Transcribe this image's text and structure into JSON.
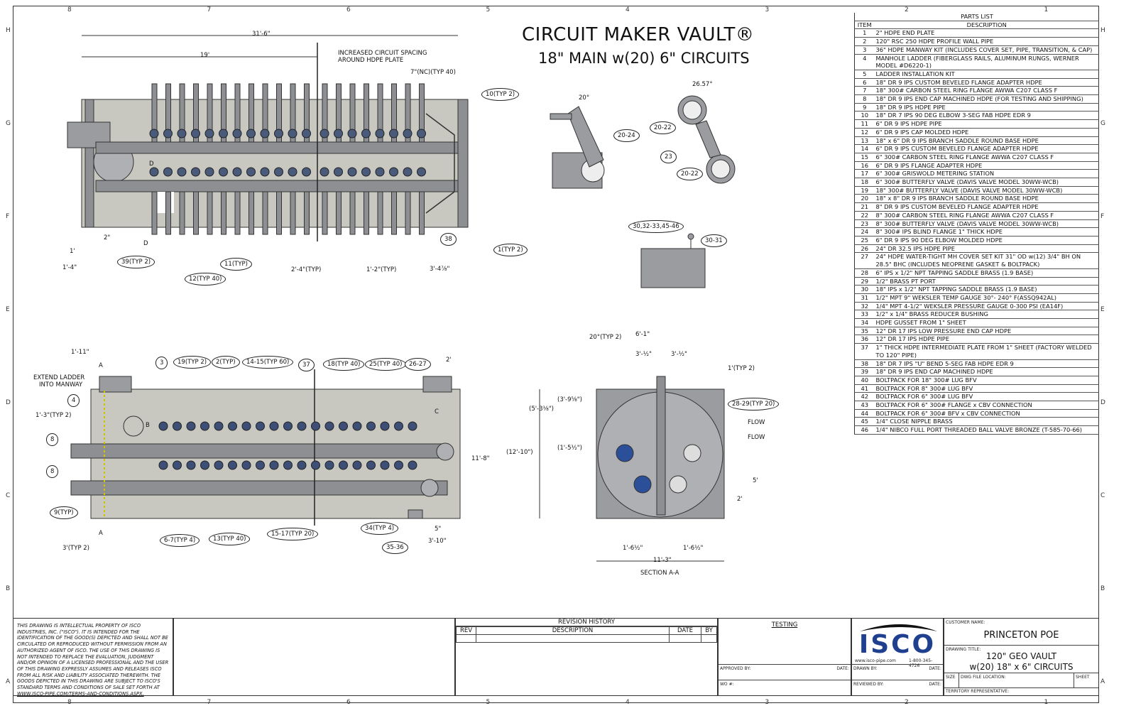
{
  "zones": {
    "columns": [
      "8",
      "7",
      "6",
      "5",
      "4",
      "3",
      "2",
      "1"
    ],
    "rows": [
      "H",
      "G",
      "F",
      "E",
      "D",
      "C",
      "B",
      "A"
    ]
  },
  "title": {
    "line1": "CIRCUIT MAKER VAULT®",
    "line2": "18\" MAIN w(20) 6\" CIRCUITS"
  },
  "top_view": {
    "labels": [
      "31'-6\"",
      "19'",
      "INCREASED CIRCUIT SPACING",
      "AROUND HDPE PLATE",
      "7\"(NC)(TYP 40)",
      "10(TYP 2)",
      "1(TYP 2)",
      "38",
      "11(TYP)",
      "12(TYP 40)",
      "39(TYP 2)",
      "2'-4\"(TYP)",
      "1'-2\"(TYP)",
      "3'-4⅞\"",
      "1'",
      "1'-4\"",
      "2\"",
      "D",
      "D"
    ]
  },
  "front_view": {
    "labels": [
      "1'-11\"",
      "EXTEND LADDER",
      "INTO MANWAY",
      "A",
      "A",
      "3",
      "19(TYP 2)",
      "2(TYP)",
      "14-15(TYP 60)",
      "37",
      "18(TYP 40)",
      "25(TYP 40)",
      "26-27",
      "2'",
      "4",
      "1'-3\"(TYP 2)",
      "8",
      "8",
      "9(TYP)",
      "B",
      "C",
      "11'-8\"",
      "6-7(TYP 4)",
      "13(TYP 40)",
      "15-17(TYP 20)",
      "34(TYP 4)",
      "35-36",
      "5\"",
      "3'-10\"",
      "3'(TYP 2)"
    ]
  },
  "details": {
    "labels": [
      "20°",
      "20-24",
      "26.57°",
      "20-22",
      "23",
      "20-22",
      "30,32-33,45-46",
      "30-31"
    ]
  },
  "section": {
    "title": "SECTION A-A",
    "labels": [
      "20°(TYP 2)",
      "6'-1\"",
      "3'-½\"",
      "3'-½\"",
      "1'(TYP 2)",
      "28-29(TYP 20)",
      "FLOW",
      "FLOW",
      "(3'-9⅝\")",
      "(5'-3⅛\")",
      "(1'-5½\")",
      "(12'-10\")",
      "5'",
      "2'",
      "1'-6½\"",
      "1'-6½\"",
      "11'-3\""
    ]
  },
  "parts_list": {
    "title": "PARTS LIST",
    "headers": [
      "ITEM",
      "DESCRIPTION"
    ],
    "items": [
      [
        "1",
        "2\" HDPE END PLATE"
      ],
      [
        "2",
        "120\" RSC 250 HDPE PROFILE WALL PIPE"
      ],
      [
        "3",
        "36\" HDPE MANWAY KIT (INCLUDES COVER SET, PIPE, TRANSITION, & CAP)"
      ],
      [
        "4",
        "MANHOLE LADDER (FIBERGLASS RAILS, ALUMINUM RUNGS, WERNER MODEL #D6220-1)"
      ],
      [
        "5",
        "LADDER INSTALLATION KIT"
      ],
      [
        "6",
        "18\" DR 9 IPS CUSTOM BEVELED FLANGE ADAPTER HDPE"
      ],
      [
        "7",
        "18\" 300# CARBON STEEL RING FLANGE AWWA C207 CLASS F"
      ],
      [
        "8",
        "18\" DR 9 IPS END CAP MACHINED HDPE (FOR TESTING AND SHIPPING)"
      ],
      [
        "9",
        "18\" DR 9 IPS HDPE PIPE"
      ],
      [
        "10",
        "18\" DR 7 IPS 90 DEG ELBOW 3-SEG FAB HDPE EDR 9"
      ],
      [
        "11",
        "6\" DR 9 IPS HDPE PIPE"
      ],
      [
        "12",
        "6\" DR 9 IPS CAP MOLDED HDPE"
      ],
      [
        "13",
        "18\" x 6\" DR 9 IPS BRANCH SADDLE ROUND BASE HDPE"
      ],
      [
        "14",
        "6\" DR 9 IPS CUSTOM BEVELED FLANGE ADAPTER HDPE"
      ],
      [
        "15",
        "6\" 300# CARBON STEEL RING FLANGE AWWA C207 CLASS F"
      ],
      [
        "16",
        "6\" DR 9 IPS FLANGE ADAPTER HDPE"
      ],
      [
        "17",
        "6\" 300# GRISWOLD METERING STATION"
      ],
      [
        "18",
        "6\" 300# BUTTERFLY VALVE (DAVIS VALVE MODEL 30WW-WCB)"
      ],
      [
        "19",
        "18\" 300# BUTTERFLY VALVE (DAVIS VALVE MODEL 30WW-WCB)"
      ],
      [
        "20",
        "18\" x 8\" DR 9 IPS BRANCH SADDLE ROUND BASE HDPE"
      ],
      [
        "21",
        "8\" DR 9 IPS CUSTOM BEVELED FLANGE ADAPTER HDPE"
      ],
      [
        "22",
        "8\" 300# CARBON STEEL RING FLANGE AWWA C207 CLASS F"
      ],
      [
        "23",
        "8\" 300# BUTTERFLY VALVE (DAVIS VALVE MODEL 30WW-WCB)"
      ],
      [
        "24",
        "8\" 300# IPS BLIND FLANGE 1\" THICK HDPE"
      ],
      [
        "25",
        "6\" DR 9 IPS 90 DEG ELBOW MOLDED HDPE"
      ],
      [
        "26",
        "24\" DR 32.5 IPS HDPE PIPE"
      ],
      [
        "27",
        "24\" HDPE WATER-TIGHT MH COVER SET KIT 31\" OD w(12) 3/4\" BH ON 28.5\" BHC (INCLUDES NEOPRENE GASKET & BOLTPACK)"
      ],
      [
        "28",
        "6\" IPS x 1/2\" NPT TAPPING SADDLE BRASS (1.9 BASE)"
      ],
      [
        "29",
        "1/2\" BRASS PT PORT"
      ],
      [
        "30",
        "18\" IPS x 1/2\" NPT TAPPING SADDLE BRASS (1.9 BASE)"
      ],
      [
        "31",
        "1/2\" MPT 9\" WEKSLER TEMP GAUGE 30°- 240° F(ASSQ942AL)"
      ],
      [
        "32",
        "1/4\" MPT 4-1/2\" WEKSLER PRESSURE GAUGE 0-300 PSI (EA14F)"
      ],
      [
        "33",
        "1/2\" x 1/4\" BRASS REDUCER BUSHING"
      ],
      [
        "34",
        "HDPE GUSSET FROM 1\" SHEET"
      ],
      [
        "35",
        "12\" DR 17 IPS LOW PRESSURE END CAP HDPE"
      ],
      [
        "36",
        "12\" DR 17 IPS HDPE PIPE"
      ],
      [
        "37",
        "1\" THICK HDPE INTERMEDIATE PLATE FROM 1\" SHEET (FACTORY WELDED TO 120\" PIPE)"
      ],
      [
        "38",
        "18\" DR 7 IPS \"U\" BEND 5-SEG FAB HDPE EDR 9"
      ],
      [
        "39",
        "18\" DR 9 IPS END CAP MACHINED HDPE"
      ],
      [
        "40",
        "BOLTPACK FOR 18\" 300# LUG BFV"
      ],
      [
        "41",
        "BOLTPACK FOR 8\" 300# LUG BFV"
      ],
      [
        "42",
        "BOLTPACK FOR 6\" 300# LUG BFV"
      ],
      [
        "43",
        "BOLTPACK FOR 6\" 300# FLANGE x CBV CONNECTION"
      ],
      [
        "44",
        "BOLTPACK FOR 6\" 300# BFV x CBV CONNECTION"
      ],
      [
        "45",
        "1/4\" CLOSE NIPPLE BRASS"
      ],
      [
        "46",
        "1/4\" NIBCO FULL PORT THREADED BALL VALVE BRONZE (T-585-70-66)"
      ]
    ]
  },
  "title_block": {
    "disclaimer": "THIS DRAWING IS INTELLECTUAL PROPERTY OF ISCO INDUSTRIES, INC. (\"ISCO\"). IT IS INTENDED FOR THE IDENTIFICATION OF THE GOOD(S) DEPICTED AND SHALL NOT BE CIRCULATED OR REPRODUCED WITHOUT PERMISSION FROM AN AUTHORIZED AGENT OF ISCO. THE USE OF THIS DRAWING IS NOT INTENDED TO REPLACE THE EVALUATION, JUDGMENT AND/OR OPINION OF A LICENSED PROFESSIONAL AND THE USER OF THIS DRAWING EXPRESSLY ASSUMES AND RELEASES ISCO FROM ALL RISK AND LIABILITY ASSOCIATED THEREWITH. THE GOODS DEPICTED IN THIS DRAWING ARE SUBJECT TO ISCO'S STANDARD TERMS AND CONDITIONS OF SALE SET FORTH AT",
    "disclaimer_link": "WWW.ISCO-PIPE.COM/TERMS-AND-CONDITIONS.ASPX.",
    "revision_title": "REVISION HISTORY",
    "rev": "REV",
    "description": "DESCRIPTION",
    "date": "DATE",
    "by": "BY",
    "testing": "TESTING",
    "approved_by": "APPROVED BY:",
    "date_label": "DATE:",
    "wo": "WO #:",
    "logo": "ISCO",
    "website": "www.isco-pipe.com",
    "phone": "1-800-345-4726",
    "drawn_by": "DRAWN BY:",
    "reviewed_by": "REVIEWED BY:",
    "customer_label": "CUSTOMER NAME:",
    "customer": "PRINCETON POE",
    "drawing_title_label": "DRAWING TITLE:",
    "drawing_title1": "120\" GEO VAULT",
    "drawing_title2": "w(20) 18\" x 6\" CIRCUITS",
    "size": "SIZE",
    "file_location": "DWG FILE LOCATION:",
    "sheet": "SHEET",
    "territory": "TERRITORY REPRESENTATIVE:"
  },
  "colors": {
    "vault": "#c9c8c0",
    "pipe": "#8d8f93",
    "accent": "#1f3f8f"
  }
}
